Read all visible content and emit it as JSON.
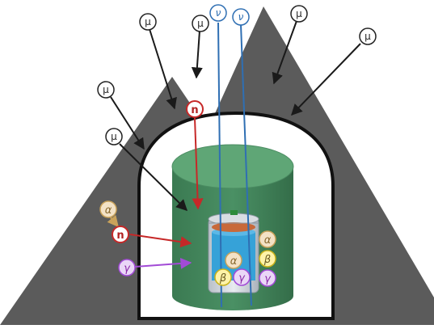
{
  "diagram": {
    "labels": {
      "muon": "μ",
      "neutrino": "ν",
      "neutron": "n",
      "alpha": "α",
      "beta": "β",
      "gamma": "γ"
    },
    "colors": {
      "mountain": "#5b5b5b",
      "cavern_outline": "#111111",
      "cavern_fill": "#ffffff",
      "shield_tank": "#3f7e55",
      "shield_tank_top": "#5fa676",
      "detector_vessel": "#d9dde2",
      "detector_liquid": "#36a2d8",
      "detector_layer": "#c8693a",
      "muon_arrow": "#1a1a1a",
      "neutrino_line": "#2f6fb3",
      "neutron_arrow": "#c62828",
      "gamma_arrow": "#a24bd6",
      "alpha_badge": "#f3e2c6",
      "beta_badge": "#fff3a8",
      "gamma_badge": "#ead7f7"
    }
  }
}
